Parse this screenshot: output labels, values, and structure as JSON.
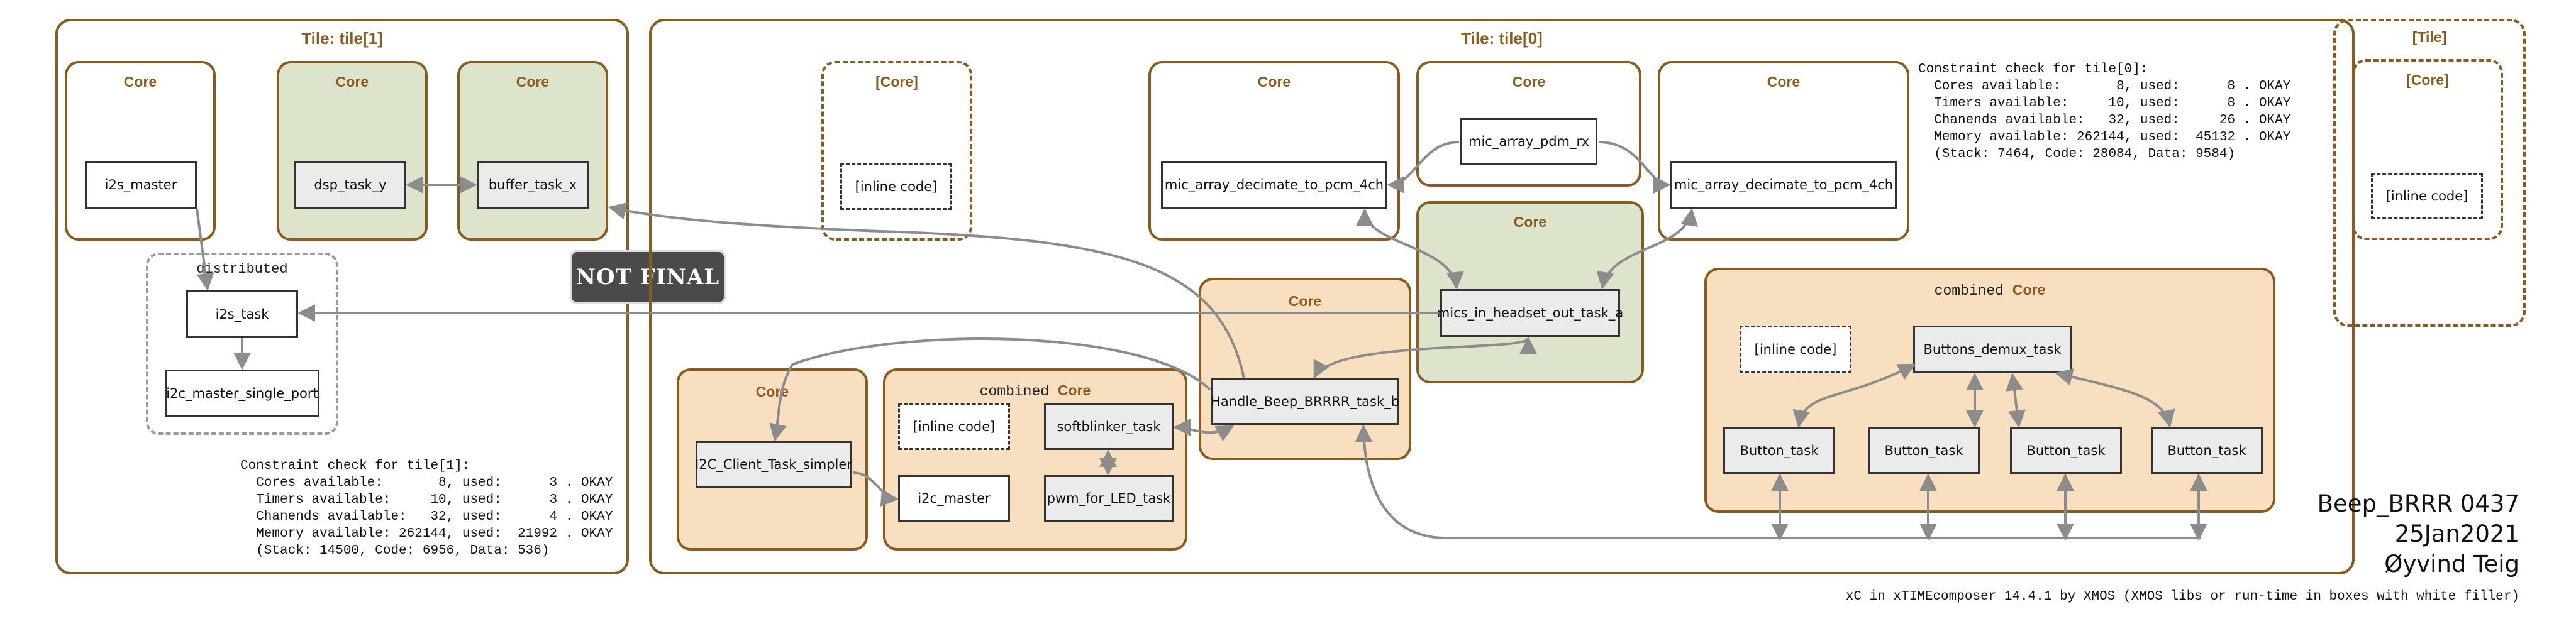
{
  "tiles": {
    "tile1_title": "Tile: tile[1]",
    "tile0_title": "Tile: tile[0]",
    "tile_extra_title": "[Tile]"
  },
  "labels": {
    "core": "Core",
    "core_bracket": "[Core]",
    "combined": "combined",
    "distributed": "distributed",
    "inline_code": "[inline code]"
  },
  "tasks": {
    "i2s_master": "i2s_master",
    "dsp_task_y": "dsp_task_y",
    "buffer_task_x": "buffer_task_x",
    "i2s_task": "i2s_task",
    "i2c_master_single_port": "i2c_master_single_port",
    "mic_array_decimate_left": "mic_array_decimate_to_pcm_4ch",
    "mic_array_pdm_rx": "mic_array_pdm_rx",
    "mic_array_decimate_right": "mic_array_decimate_to_pcm_4ch",
    "mics_in_headset_out_task_a": "mics_in_headset_out_task_a",
    "handle_beep": "Handle_Beep_BRRRR_task_b",
    "i2c_client_task_simpler": "I2C_Client_Task_simpler",
    "softblinker_task": "softblinker_task",
    "i2c_master": "i2c_master",
    "pwm_for_led_task": "pwm_for_LED_task",
    "buttons_demux_task": "Buttons_demux_task",
    "button_task_1": "Button_task",
    "button_task_2": "Button_task",
    "button_task_3": "Button_task",
    "button_task_4": "Button_task"
  },
  "constraints": {
    "tile0": "Constraint check for tile[0]:\n  Cores available:       8, used:      8 . OKAY\n  Timers available:     10, used:      8 . OKAY\n  Chanends available:   32, used:     26 . OKAY\n  Memory available: 262144, used:  45132 . OKAY\n  (Stack: 7464, Code: 28084, Data: 9584)",
    "tile1": "Constraint check for tile[1]:\n  Cores available:       8, used:      3 . OKAY\n  Timers available:     10, used:      3 . OKAY\n  Chanends available:   32, used:      4 . OKAY\n  Memory available: 262144, used:  21992 . OKAY\n  (Stack: 14500, Code: 6956, Data: 536)"
  },
  "stamp": "NOT FINAL",
  "signature": {
    "line1": "Beep_BRRR 0437",
    "line2": "25Jan2021",
    "line3": "Øyvind Teig"
  },
  "footer": "xC in xTIMEcomposer 14.4.1 by XMOS (XMOS libs or run-time in boxes with white filler)",
  "colors": {
    "border": "#8a5a1e",
    "green_fill": "#dce5cc",
    "orange_fill": "#f7dfbf",
    "task_fill": "#ebebeb",
    "arrow": "#8c8c8c"
  }
}
